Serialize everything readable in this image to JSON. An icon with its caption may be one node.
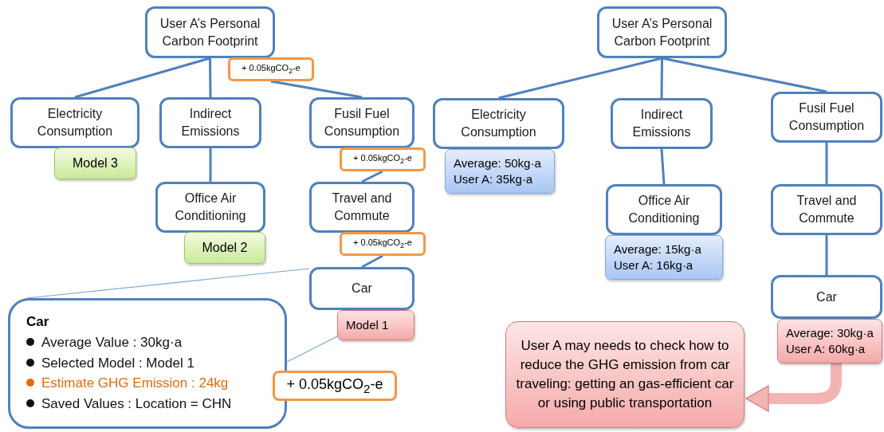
{
  "diagram": {
    "nodes": [
      {
        "text": [
          "User A’s Personal Carbon Footprint"
        ]
      },
      {
        "text": [
          "+ 0.05kgCO$_{2}$-e"
        ]
      },
      {
        "text": [
          "Electricity Consumption"
        ]
      },
      {
        "text": [
          "Indirect Emissions"
        ]
      },
      {
        "text": [
          "Fusil Fuel Consumption"
        ]
      },
      {
        "text": [
          "Model 3"
        ]
      },
      {
        "text": [
          "+ 0.05kgCO$_{2}$-e"
        ]
      },
      {
        "text": [
          "Office Air Conditioning"
        ]
      },
      {
        "text": [
          "Travel and Commute"
        ]
      },
      {
        "text": [
          "Model 2"
        ]
      },
      {
        "text": [
          "+ 0.05kgCO$_{2}$-e"
        ]
      },
      {
        "text": [
          "Car"
        ]
      },
      {
        "text": [
          "Model 1"
        ]
      },
      {
        "text": [
          "Car",
          "Average Value : 30kg·a",
          "Selected Model : Model 1",
          "Estimate GHG Emission : 24kg",
          "Saved Values : Location = CHN"
        ]
      },
      {
        "text": [
          "+ 0.05kgCO$_{2}$-e"
        ]
      },
      {
        "text": [
          "User A’s Personal Carbon Footprint"
        ]
      },
      {
        "text": [
          "Electricity Consumption"
        ]
      },
      {
        "text": [
          "Indirect Emissions"
        ]
      },
      {
        "text": [
          "Fusil Fuel Consumption"
        ]
      },
      {
        "text": [
          "Average: 50kg·a",
          "User A: 35kg·a"
        ]
      },
      {
        "text": [
          "Office Air Conditioning"
        ]
      },
      {
        "text": [
          "Travel and Commute"
        ]
      },
      {
        "text": [
          "Average: 15kg·a",
          "User A: 16kg·a"
        ]
      },
      {
        "text": [
          "Car"
        ]
      },
      {
        "text": [
          "Average: 30kg·a",
          "User A: 60kg·a"
        ]
      },
      {
        "text": [
          "User A may needs to check how to reduce the GHG emission from car traveling: getting an gas-efficient car or using public transportation"
        ]
      }
    ],
    "edges": [
      {
        "from": 0,
        "to": 2,
        "arrow": "none"
      },
      {
        "from": 0,
        "to": 3,
        "arrow": "none"
      },
      {
        "from": 1,
        "to": 4,
        "arrow": "none"
      },
      {
        "from": 3,
        "to": 7,
        "arrow": "none"
      },
      {
        "from": 6,
        "to": 8,
        "arrow": "none"
      },
      {
        "from": 10,
        "to": 11,
        "arrow": "none"
      },
      {
        "from": 11,
        "to": 13,
        "arrow": "none",
        "color": "#7ba3d6"
      },
      {
        "from": 12,
        "to": 13,
        "arrow": "none",
        "color": "#7ba3d6"
      },
      {
        "from": 15,
        "to": 16,
        "arrow": "none"
      },
      {
        "from": 15,
        "to": 17,
        "arrow": "none"
      },
      {
        "from": 15,
        "to": 18,
        "arrow": "none"
      },
      {
        "from": 17,
        "to": 20,
        "arrow": "none"
      },
      {
        "from": 18,
        "to": 21,
        "arrow": "none"
      },
      {
        "from": 21,
        "to": 23,
        "arrow": "none"
      },
      {
        "from": 24,
        "to": 25,
        "arrow": "to",
        "style": "thick",
        "color": "#f4b4b4"
      }
    ]
  }
}
